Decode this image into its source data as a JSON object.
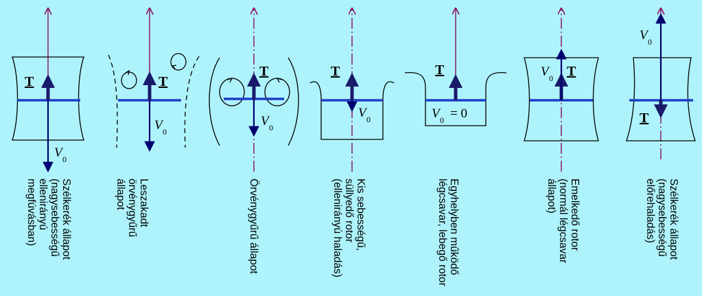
{
  "colors": {
    "background": "#aef3fb",
    "thrust_arrow": "#1a1a6b",
    "velocity_arrow": "#000070",
    "axis_line": "#8b1a6b",
    "rotor_disk": "#1e3ec8",
    "outline": "#000000"
  },
  "symbols": {
    "thrust": "T",
    "velocity": "V",
    "velocity_subscript": "0",
    "zero_equation": "= 0"
  },
  "states": [
    {
      "caption": [
        "Szélkerék állapot",
        "(nagysebességű",
        "ellenirányú",
        "megfúvásban)"
      ]
    },
    {
      "caption": [
        "Leszakadt",
        "örvénygyűrű",
        "állapot"
      ]
    },
    {
      "caption": [
        "Örvénygyűrű állapot"
      ]
    },
    {
      "caption": [
        "Kis sebességű,",
        "süllyedő rotor",
        "(ellenirányú haladás)"
      ]
    },
    {
      "caption": [
        "Egyhelyben működő",
        "légcsavar, lebegő rotor"
      ]
    },
    {
      "caption": [
        "Emelkedő rotor",
        "(normál légcsavar",
        "állapot)"
      ]
    },
    {
      "caption": [
        "Szélkerék állapot",
        "(nagysebességű",
        "előrehaladás)"
      ]
    }
  ]
}
